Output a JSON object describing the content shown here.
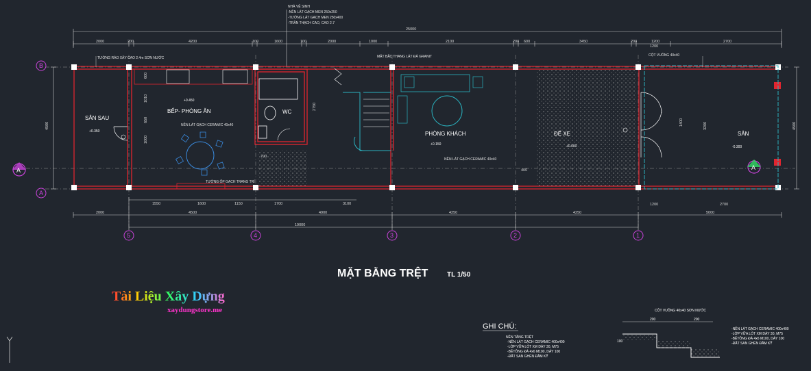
{
  "title": "MẶT BẰNG TRỆT",
  "scale": "TL 1/50",
  "watermark": {
    "line1": "Tài Liệu Xây Dựng",
    "line2": "xaydungstore.me"
  },
  "top_note": [
    "NHÀ VỆ SINH",
    "-NỀN LÁT GẠCH MEN 250x250",
    "-TƯỜNG LÁT GẠCH MEN 250x400",
    "-TRẦN THẠCH CAO, CAO 2.7"
  ],
  "annotations": {
    "fence": "TƯỜNG RÀO XÂY CAO 2.4m SƠN NƯỚC",
    "stair": "MẶT BẬC THANG LÁT ĐÁ GRANIT",
    "column": "CỘT VUÔNG 40x40",
    "kitchen_floor": "NỀN LÁT GẠCH CERAMIC 40x40",
    "living_floor": "NỀN LÁT GẠCH CERAMIC 40x40",
    "wall_tile": "TƯỜNG ỐP GẠCH TRANG TRÍ"
  },
  "rooms": {
    "backyard": "SÂN SAU",
    "kitchen": "BẾP- PHÒNG ĂN",
    "wc": "WC",
    "living": "PHÒNG KHÁCH",
    "parking": "ĐỂ XE",
    "yard": "SÂN"
  },
  "levels": {
    "backyard": "+0.350",
    "kitchen": "+0.450",
    "living": "+0.150",
    "parking": "+0.000",
    "yard": "-0.300"
  },
  "grid_rows": [
    "B",
    "A"
  ],
  "grid_cols": [
    "5",
    "4",
    "3",
    "2",
    "1"
  ],
  "section_mark": "A",
  "dims": {
    "overall_top": "25000",
    "top_chain": [
      "2000",
      "200",
      "4200",
      "100",
      "1600",
      "100",
      "2000",
      "1000",
      "2100",
      "200",
      "600",
      "3450",
      "200",
      "1200",
      "2700"
    ],
    "side_left": "4500",
    "side_right": "4500",
    "bottom_chain1": [
      "1550",
      "1600",
      "1150",
      "1700",
      "3100"
    ],
    "bottom_chain2": [
      "2000",
      "4500",
      "4900",
      "4250",
      "4250",
      "5000"
    ],
    "bottom_overall": "19000",
    "inner": [
      "2750",
      "1200",
      "2700",
      "600",
      "1010",
      "650",
      "1000",
      "700",
      "400",
      "3200",
      "1400",
      "1200"
    ]
  },
  "legend": {
    "heading": "GHI CHÚ:",
    "section_title": "NỀN TẦNG TRỆT",
    "items": [
      "-NỀN LÁT GẠCH CERAMIC 400x400",
      "-LỚP VỮA LÓT XM DÀY 30, M75",
      "-BÊTÔNG ĐÁ 4x6 M100, DÀY 100",
      "-ĐẤT SAN GHÉN ĐẦM KỸ"
    ],
    "detail_note": "CỘT VUÔNG 40x40 SƠN NƯỚC",
    "detail_dims": [
      "200",
      "200",
      "100"
    ],
    "detail_items": [
      "-NỀN LÁT GẠCH CERAMIC 400x400",
      "-LỚP VỮA LÓT XM DÀY 30, M75",
      "-BÊTÔNG ĐÁ 4x6 M100, DÀY 100",
      "-ĐẤT SAN GHÉN ĐẦM KỸ"
    ]
  },
  "colors": {
    "background": "#21262e",
    "wall": "#e1252f",
    "column": "#ffffff",
    "glazing": "#2ab3c0",
    "dim_line": "#cfcfcf",
    "grid_bubble": "#cc44dd"
  }
}
